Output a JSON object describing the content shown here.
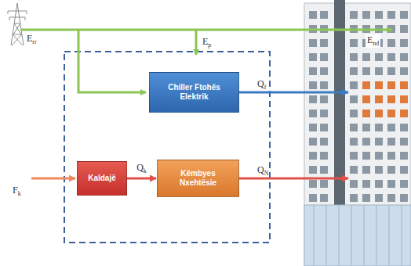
{
  "diagram": {
    "nodes": [
      {
        "text": [
          "Chiller Ftohës Elektrik"
        ]
      },
      {
        "text": [
          "Kaldajë"
        ]
      },
      {
        "text": [
          "Këmbyes Nxehtësie"
        ]
      }
    ],
    "edges": [
      {
        "from": 1,
        "to": 2,
        "arrow": "to",
        "label": "Qk"
      }
    ],
    "labels": [
      "Err",
      "End",
      "Ep",
      "Qf",
      "QN",
      "Fk"
    ]
  }
}
